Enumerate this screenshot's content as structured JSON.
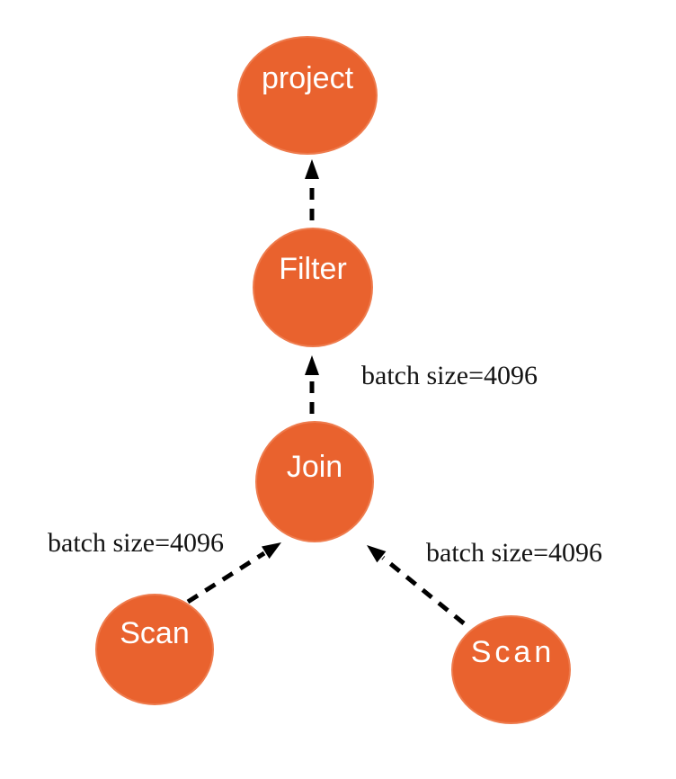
{
  "diagram": {
    "type": "query-plan-tree",
    "colors": {
      "background": "#FFFFFF",
      "node_fill": "#E9622E",
      "node_border": "#EE7B4D",
      "node_text": "#FFFFFF",
      "edge_color": "#000000",
      "edge_label_color": "#141414"
    },
    "nodes": [
      {
        "id": "project",
        "label": "project"
      },
      {
        "id": "filter",
        "label": "Filter"
      },
      {
        "id": "join",
        "label": "Join"
      },
      {
        "id": "scan_left",
        "label": "Scan"
      },
      {
        "id": "scan_right",
        "label": "Scan"
      }
    ],
    "edges": [
      {
        "from": "filter",
        "to": "project",
        "label": ""
      },
      {
        "from": "join",
        "to": "filter",
        "label": "batch size=4096"
      },
      {
        "from": "scan_left",
        "to": "join",
        "label": "batch size=4096"
      },
      {
        "from": "scan_right",
        "to": "join",
        "label": "batch size=4096"
      }
    ]
  }
}
